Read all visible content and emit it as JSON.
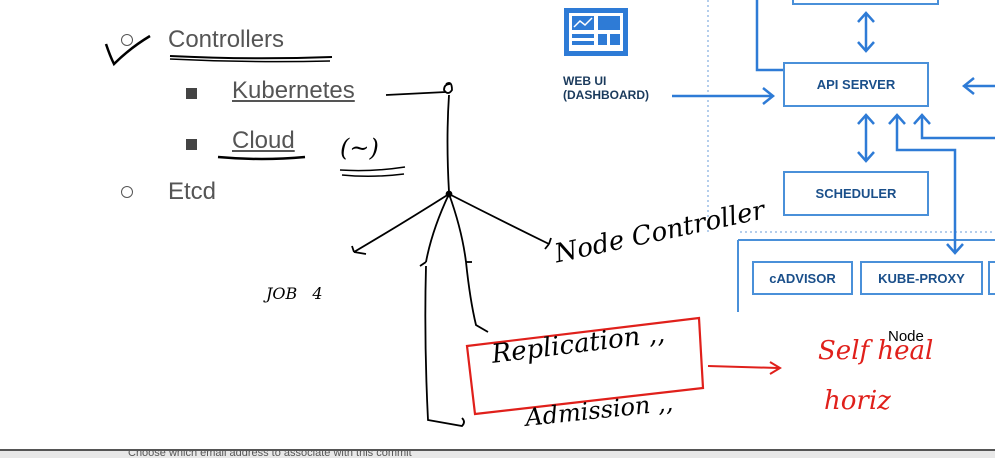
{
  "outline": {
    "controllers": "Controllers",
    "kubernetes": "Kubernetes",
    "cloud": "Cloud",
    "etcd": "Etcd"
  },
  "diagram": {
    "web_ui_line1": "WEB UI",
    "web_ui_line2": "(DASHBOARD)",
    "api_server": "API SERVER",
    "scheduler": "SCHEDULER",
    "cadvisor": "cADVISOR",
    "kube_proxy": "KUBE-PROXY",
    "node": "Node"
  },
  "handwriting": {
    "cloud_note": "(~)",
    "job": "JOB",
    "job_num": "4",
    "node_controller": "Node Controller",
    "replication": "Replication ,,",
    "admission": "Admission ,,",
    "self_heal": "Self heal",
    "horiz": "horiz"
  },
  "footer": {
    "hint": "Choose which email address to associate with this commit"
  },
  "colors": {
    "diagram_blue": "#2e7bd6",
    "annotation_red": "#e0201b",
    "ink": "#000000"
  }
}
